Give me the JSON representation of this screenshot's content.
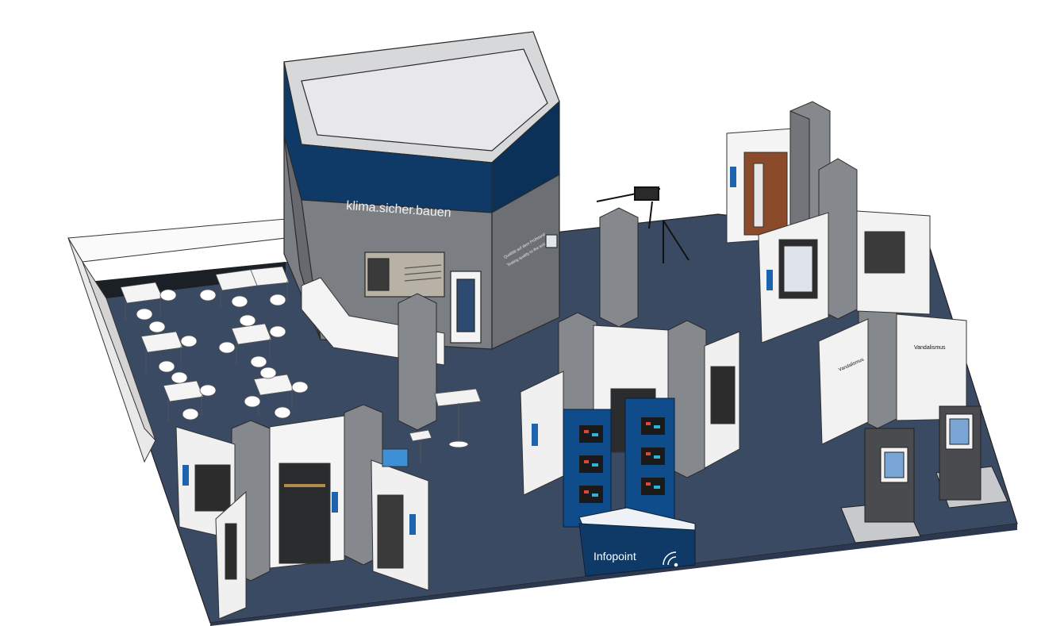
{
  "signage": {
    "tower_slogan": "klima.sicher.bauen",
    "tower_side_line1": "Qualität auf dem Prüfstand",
    "tower_side_line2": "Testing quality to the test",
    "infopoint": "Infopoint",
    "wall_label_front": "Vandalismus",
    "wall_label_side": "Vandalismus"
  },
  "colors": {
    "floor": "#3b4a63",
    "navy_band": "#0f3a68",
    "tower_grey": "#7b7e82",
    "pillar_grey": "#85888c",
    "wall_white": "#f2f2f2",
    "accent_blue": "#1e63ad",
    "outline": "#2a2a2a"
  }
}
